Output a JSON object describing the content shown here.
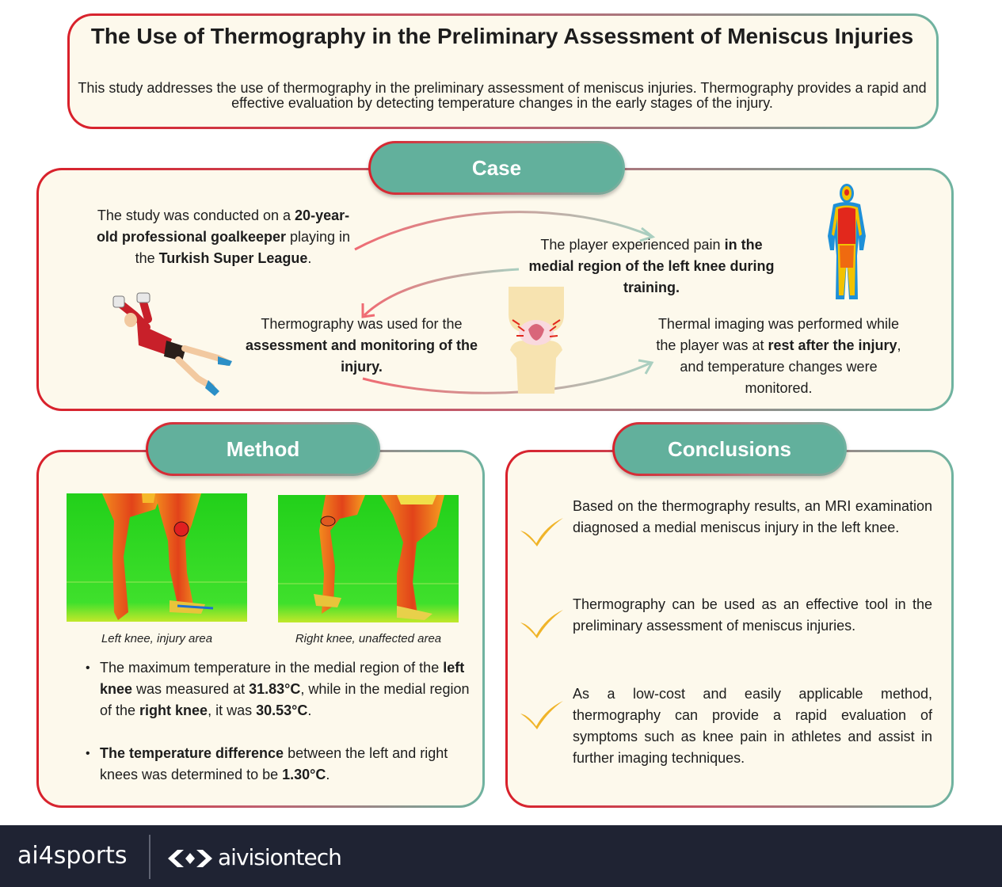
{
  "header": {
    "title": "The Use of Thermography in the Preliminary Assessment of Meniscus Injuries",
    "description": "This study addresses the use of thermography in the preliminary assessment of meniscus injuries. Thermography provides a rapid and effective evaluation by detecting temperature changes in the early stages of the injury."
  },
  "case": {
    "label": "Case",
    "step1": {
      "a": "The study was conducted on a ",
      "b": "20-year-old professional goalkeeper",
      "c": " playing in the ",
      "d": "Turkish Super League",
      "e": "."
    },
    "step2": {
      "a": "The player experienced pain ",
      "b": "in the medial region of the left knee during training."
    },
    "step3": {
      "a": "Thermography was used for the ",
      "b": "assessment and monitoring of the injury."
    },
    "step4": {
      "a": "Thermal imaging was performed while the player was at ",
      "b": "rest after the injury",
      "c": ", and temperature changes were monitored."
    }
  },
  "method": {
    "label": "Method",
    "captions": [
      "Left knee, injury area",
      "Right knee, unaffected area"
    ],
    "bullet1": {
      "a": "The maximum temperature in the medial region of the ",
      "b": "left knee",
      "c": " was measured at ",
      "d": "31.83°C",
      "e": ", while in the medial region of the ",
      "f": "right knee",
      "g": ", it was ",
      "h": "30.53°C",
      "i": "."
    },
    "bullet2": {
      "a": "The temperature difference",
      "b": " between the left and right knees was determined to be ",
      "c": "1.30°C",
      "d": "."
    }
  },
  "conclusions": {
    "label": "Conclusions",
    "items": [
      "Based on the thermography results, an MRI examination diagnosed a medial meniscus injury in the left knee.",
      "Thermography can be used as an effective tool in the preliminary assessment of meniscus injuries.",
      "As a low-cost and easily applicable method, thermography can provide a rapid evaluation of symptoms such as knee pain in athletes and assist in further imaging techniques."
    ]
  },
  "footer": {
    "brand1": "ai4sports",
    "brand2": "aivisiontech"
  },
  "colors": {
    "accent_red": "#d9202a",
    "accent_teal": "#62b09c",
    "card_bg": "#fdf9ec",
    "check": "#f0b429",
    "footer_bg": "#1f2333"
  },
  "icons": [
    "goalkeeper-illustration",
    "thermal-body-icon",
    "knee-joint-icon",
    "check-icon",
    "aivisiontech-logo-icon"
  ]
}
